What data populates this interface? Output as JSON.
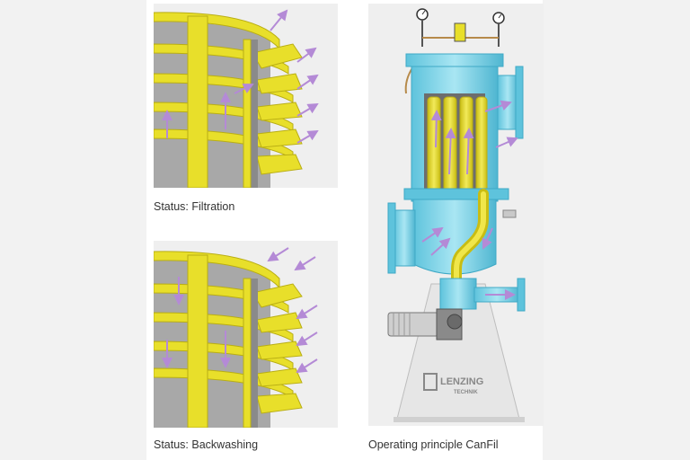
{
  "captions": {
    "filtration": "Status: Filtration",
    "backwashing": "Status: Backwashing",
    "operating_principle": "Operating principle CanFil"
  },
  "logo": {
    "brand": "LENZING",
    "sub": "TECHNIK"
  },
  "colors": {
    "page_background": "#f2f2f2",
    "panel_background": "#efefef",
    "filter_yellow": "#e8df2a",
    "filter_yellow_dark": "#b9ae14",
    "screen_grey": "#9a9a9a",
    "vessel_blue": "#7fd3e6",
    "vessel_blue_dark": "#3fa9c6",
    "flow_arrow": "#b48ad6",
    "motor_grey": "#c9c9c9",
    "stand_grey": "#e4e4e4"
  },
  "icons": [
    "pressure-gauge-icon",
    "flow-arrow-icon",
    "motor-icon"
  ]
}
